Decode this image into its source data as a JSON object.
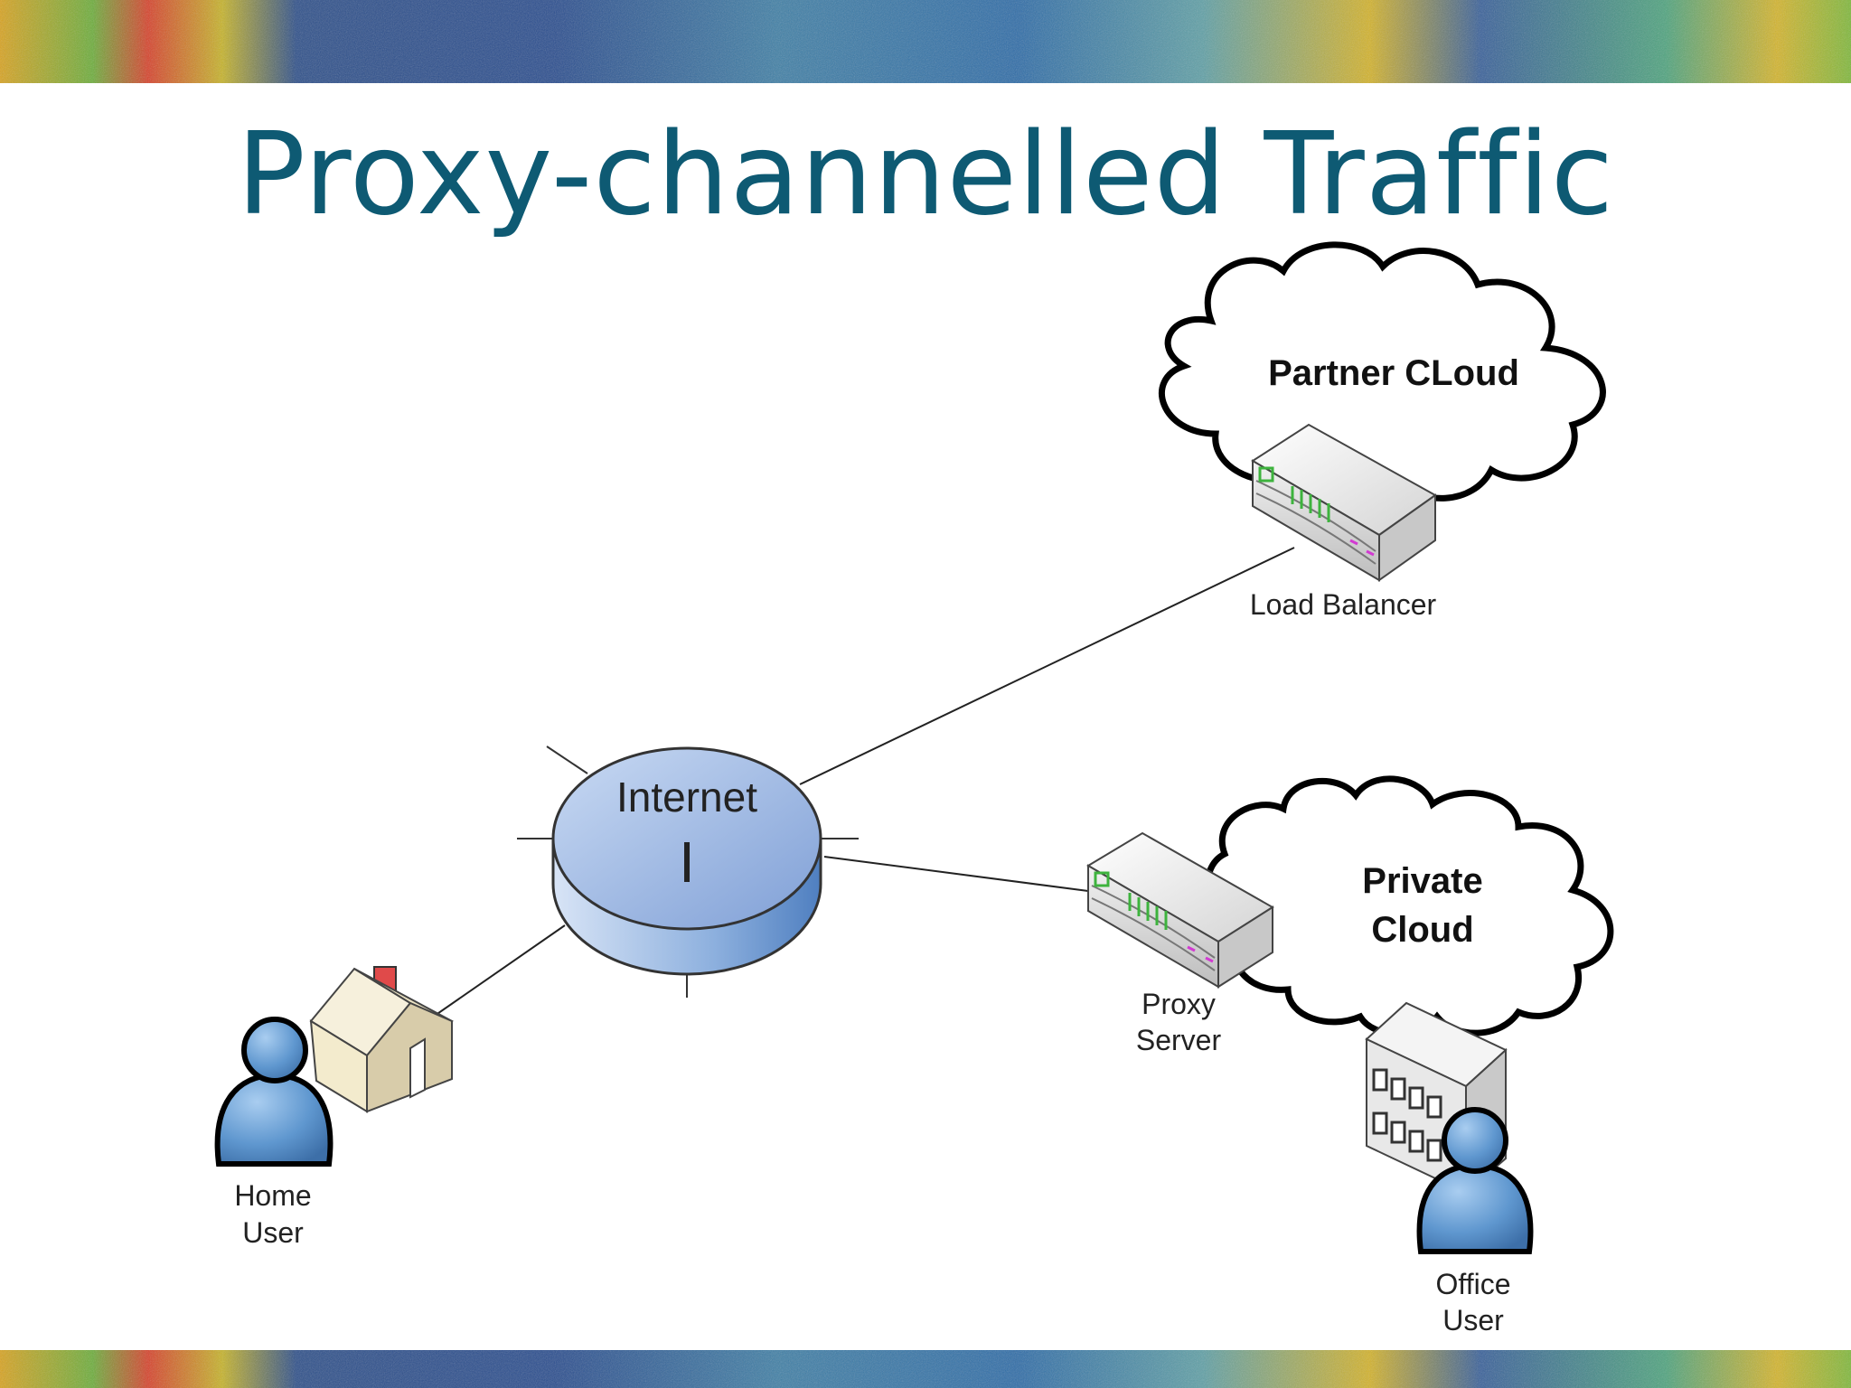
{
  "slide": {
    "title": "Proxy-channelled Traffic",
    "title_color": "#0e5a73"
  },
  "diagram": {
    "internet": {
      "label": "Internet",
      "symbol": "I",
      "icon": "internet-cylinder-icon"
    },
    "partner_cloud": {
      "label": "Partner CLoud",
      "icon": "cloud-icon"
    },
    "load_balancer": {
      "label": "Load Balancer",
      "icon": "network-appliance-icon"
    },
    "private_cloud": {
      "label_line1": "Private",
      "label_line2": "Cloud",
      "icon": "cloud-icon"
    },
    "proxy_server": {
      "label_line1": "Proxy",
      "label_line2": "Server",
      "icon": "network-appliance-icon"
    },
    "home_user": {
      "label_line1": "Home",
      "label_line2": "User",
      "icons": [
        "house-icon",
        "person-icon"
      ]
    },
    "office_user": {
      "label_line1": "Office",
      "label_line2": "User",
      "icons": [
        "office-building-icon",
        "person-icon"
      ]
    },
    "connections": [
      {
        "from": "internet",
        "to": "load_balancer"
      },
      {
        "from": "internet",
        "to": "proxy_server"
      },
      {
        "from": "internet",
        "to": "home_user"
      }
    ],
    "colors": {
      "internet_fill": "#8fb0e0",
      "person_fill": "#5f97cf",
      "appliance_accent": "#3db33d"
    }
  }
}
